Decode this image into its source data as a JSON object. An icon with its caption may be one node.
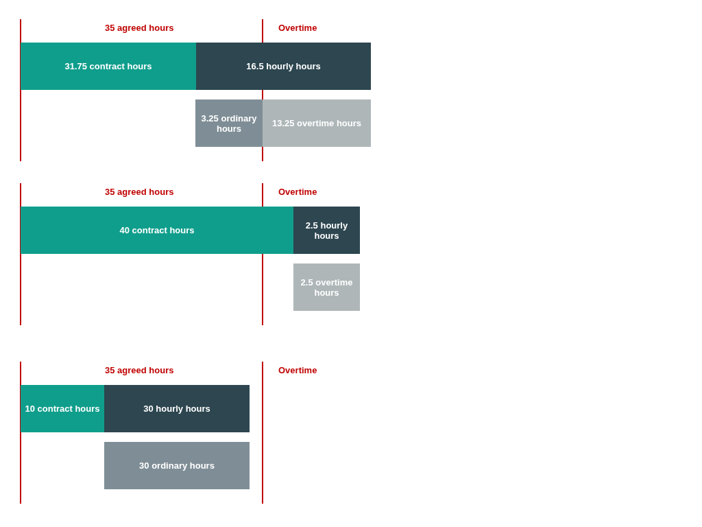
{
  "diagram": {
    "nodes": [
      {
        "text": [
          "31.75 contract hours"
        ]
      },
      {
        "text": [
          "16.5 hourly hours"
        ]
      },
      {
        "text": [
          "3.25 ordinary hours"
        ]
      },
      {
        "text": [
          "13.25 overtime hours"
        ]
      },
      {
        "text": [
          "40 contract hours"
        ]
      },
      {
        "text": [
          "2.5 hourly hours"
        ]
      },
      {
        "text": [
          "2.5 overtime hours"
        ]
      },
      {
        "text": [
          "10 contract hours"
        ]
      },
      {
        "text": [
          "30 hourly hours"
        ]
      },
      {
        "text": [
          "30 ordinary hours"
        ]
      }
    ],
    "labels": [
      "35 agreed hours",
      "Overtime",
      "35 agreed hours",
      "Overtime",
      "35 agreed hours",
      "Overtime"
    ]
  }
}
